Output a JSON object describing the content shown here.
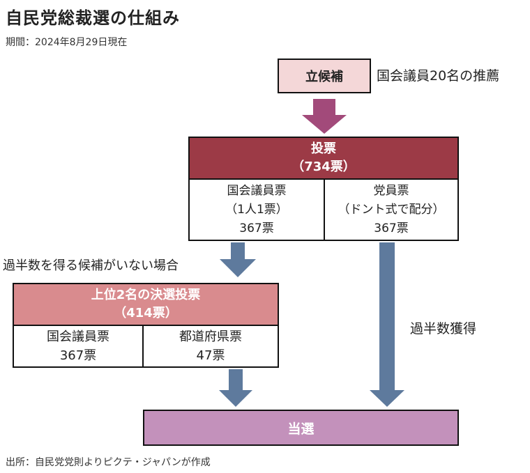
{
  "title": "自民党総裁選の仕組み",
  "subtitle": "期間：2024年8月29日現在",
  "candidate": {
    "label": "立候補",
    "note": "国会議員20名の推薦"
  },
  "vote": {
    "header_line1": "投票",
    "header_line2": "（734票）",
    "diet": {
      "line1": "国会議員票",
      "line2": "（1人1票）",
      "line3": "367票"
    },
    "party": {
      "line1": "党員票",
      "line2": "（ドント式で配分）",
      "line3": "367票"
    }
  },
  "runoff_condition": "過半数を得る候補がいない場合",
  "majority_label": "過半数獲得",
  "runoff": {
    "header_line1": "上位2名の決選投票",
    "header_line2": "（414票）",
    "diet": {
      "line1": "国会議員票",
      "line2": "367票"
    },
    "prefecture": {
      "line1": "都道府県票",
      "line2": "47票"
    }
  },
  "result": "当選",
  "footnote": "出所：自民党党則よりピクテ・ジャパンが作成",
  "colors": {
    "candidate_fill": "#f4d7d8",
    "vote_header_fill": "#9c3a46",
    "runoff_header_fill": "#d98b8e",
    "elected_fill": "#c391bb",
    "arrow_top": "#a24a7a",
    "arrow_blue": "#5e7a9d"
  },
  "icons": [
    "arrow-down-icon"
  ]
}
